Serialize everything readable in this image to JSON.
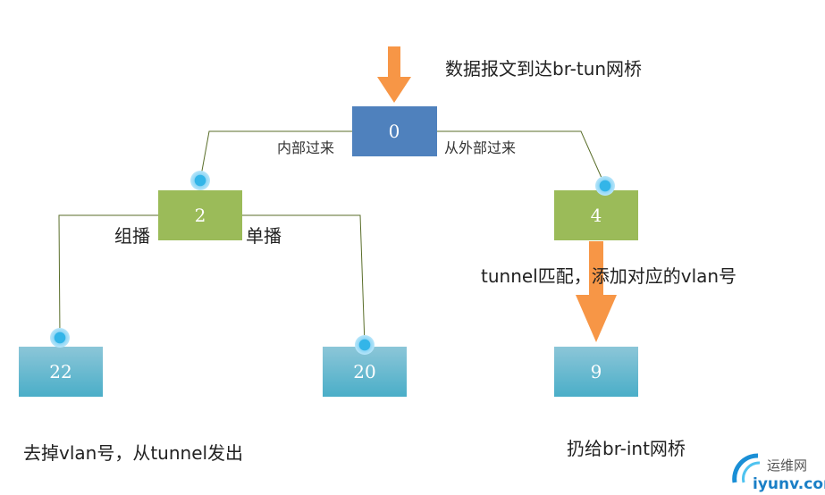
{
  "title_note": "数据报文到达br-tun网桥",
  "nodes": {
    "root": "0",
    "left": "2",
    "right": "4",
    "ll": "22",
    "lr": "20",
    "rr": "9"
  },
  "edge_labels": {
    "internal": "内部过来",
    "external": "从外部过来",
    "multicast": "组播",
    "unicast": "单播"
  },
  "notes": {
    "tunnel_match": "tunnel匹配，添加对应的vlan号",
    "strip_vlan": "去掉vlan号，从tunnel发出",
    "to_br_int": "扔给br-int网桥"
  },
  "watermark": {
    "cn": "运维网",
    "en": "iyunv.com"
  },
  "colors": {
    "root": "#4f81bd",
    "green": "#9bbb59",
    "teal": "#4bacc6",
    "arrow": "#f79646",
    "line": "#5a6e2a",
    "dot": "#33b5e8"
  }
}
